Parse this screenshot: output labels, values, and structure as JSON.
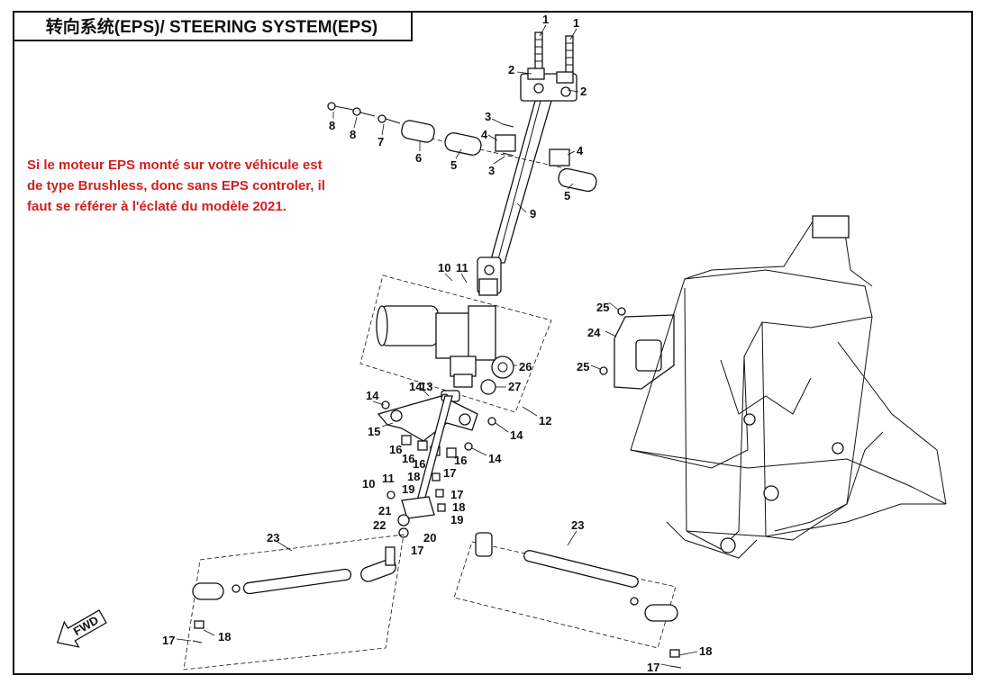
{
  "title": "转向系统(EPS)/ STEERING SYSTEM(EPS)",
  "note": "Si le moteur EPS monté sur votre véhicule est de type Brushless, donc sans EPS controler, il faut se référer à l'éclaté du modèle 2021.",
  "fwd_label": "FWD",
  "callouts": [
    {
      "id": "c1a",
      "text": "1"
    },
    {
      "id": "c1b",
      "text": "1"
    },
    {
      "id": "c2a",
      "text": "2"
    },
    {
      "id": "c2b",
      "text": "2"
    },
    {
      "id": "c3a",
      "text": "3"
    },
    {
      "id": "c3b",
      "text": "3"
    },
    {
      "id": "c4a",
      "text": "4"
    },
    {
      "id": "c4b",
      "text": "4"
    },
    {
      "id": "c5a",
      "text": "5"
    },
    {
      "id": "c5b",
      "text": "5"
    },
    {
      "id": "c6",
      "text": "6"
    },
    {
      "id": "c7",
      "text": "7"
    },
    {
      "id": "c8a",
      "text": "8"
    },
    {
      "id": "c8b",
      "text": "8"
    },
    {
      "id": "c9",
      "text": "9"
    },
    {
      "id": "c10a",
      "text": "10"
    },
    {
      "id": "c10b",
      "text": "10"
    },
    {
      "id": "c11a",
      "text": "11"
    },
    {
      "id": "c11b",
      "text": "11"
    },
    {
      "id": "c12",
      "text": "12"
    },
    {
      "id": "c13",
      "text": "13"
    },
    {
      "id": "c14a",
      "text": "14"
    },
    {
      "id": "c14b",
      "text": "14"
    },
    {
      "id": "c14c",
      "text": "14"
    },
    {
      "id": "c14d",
      "text": "14"
    },
    {
      "id": "c14e",
      "text": "14"
    },
    {
      "id": "c15",
      "text": "15"
    },
    {
      "id": "c16a",
      "text": "16"
    },
    {
      "id": "c16b",
      "text": "16"
    },
    {
      "id": "c16c",
      "text": "16"
    },
    {
      "id": "c16d",
      "text": "16"
    },
    {
      "id": "c17a",
      "text": "17"
    },
    {
      "id": "c17b",
      "text": "17"
    },
    {
      "id": "c17c",
      "text": "17"
    },
    {
      "id": "c17d",
      "text": "17"
    },
    {
      "id": "c17e",
      "text": "17"
    },
    {
      "id": "c18a",
      "text": "18"
    },
    {
      "id": "c18b",
      "text": "18"
    },
    {
      "id": "c18c",
      "text": "18"
    },
    {
      "id": "c18d",
      "text": "18"
    },
    {
      "id": "c19a",
      "text": "19"
    },
    {
      "id": "c19b",
      "text": "19"
    },
    {
      "id": "c20",
      "text": "20"
    },
    {
      "id": "c21",
      "text": "21"
    },
    {
      "id": "c22",
      "text": "22"
    },
    {
      "id": "c23a",
      "text": "23"
    },
    {
      "id": "c23b",
      "text": "23"
    },
    {
      "id": "c24",
      "text": "24"
    },
    {
      "id": "c25a",
      "text": "25"
    },
    {
      "id": "c25b",
      "text": "25"
    },
    {
      "id": "c26",
      "text": "26"
    },
    {
      "id": "c27",
      "text": "27"
    }
  ],
  "colors": {
    "note": "#d21f1f",
    "line": "#111111",
    "background": "#ffffff"
  }
}
